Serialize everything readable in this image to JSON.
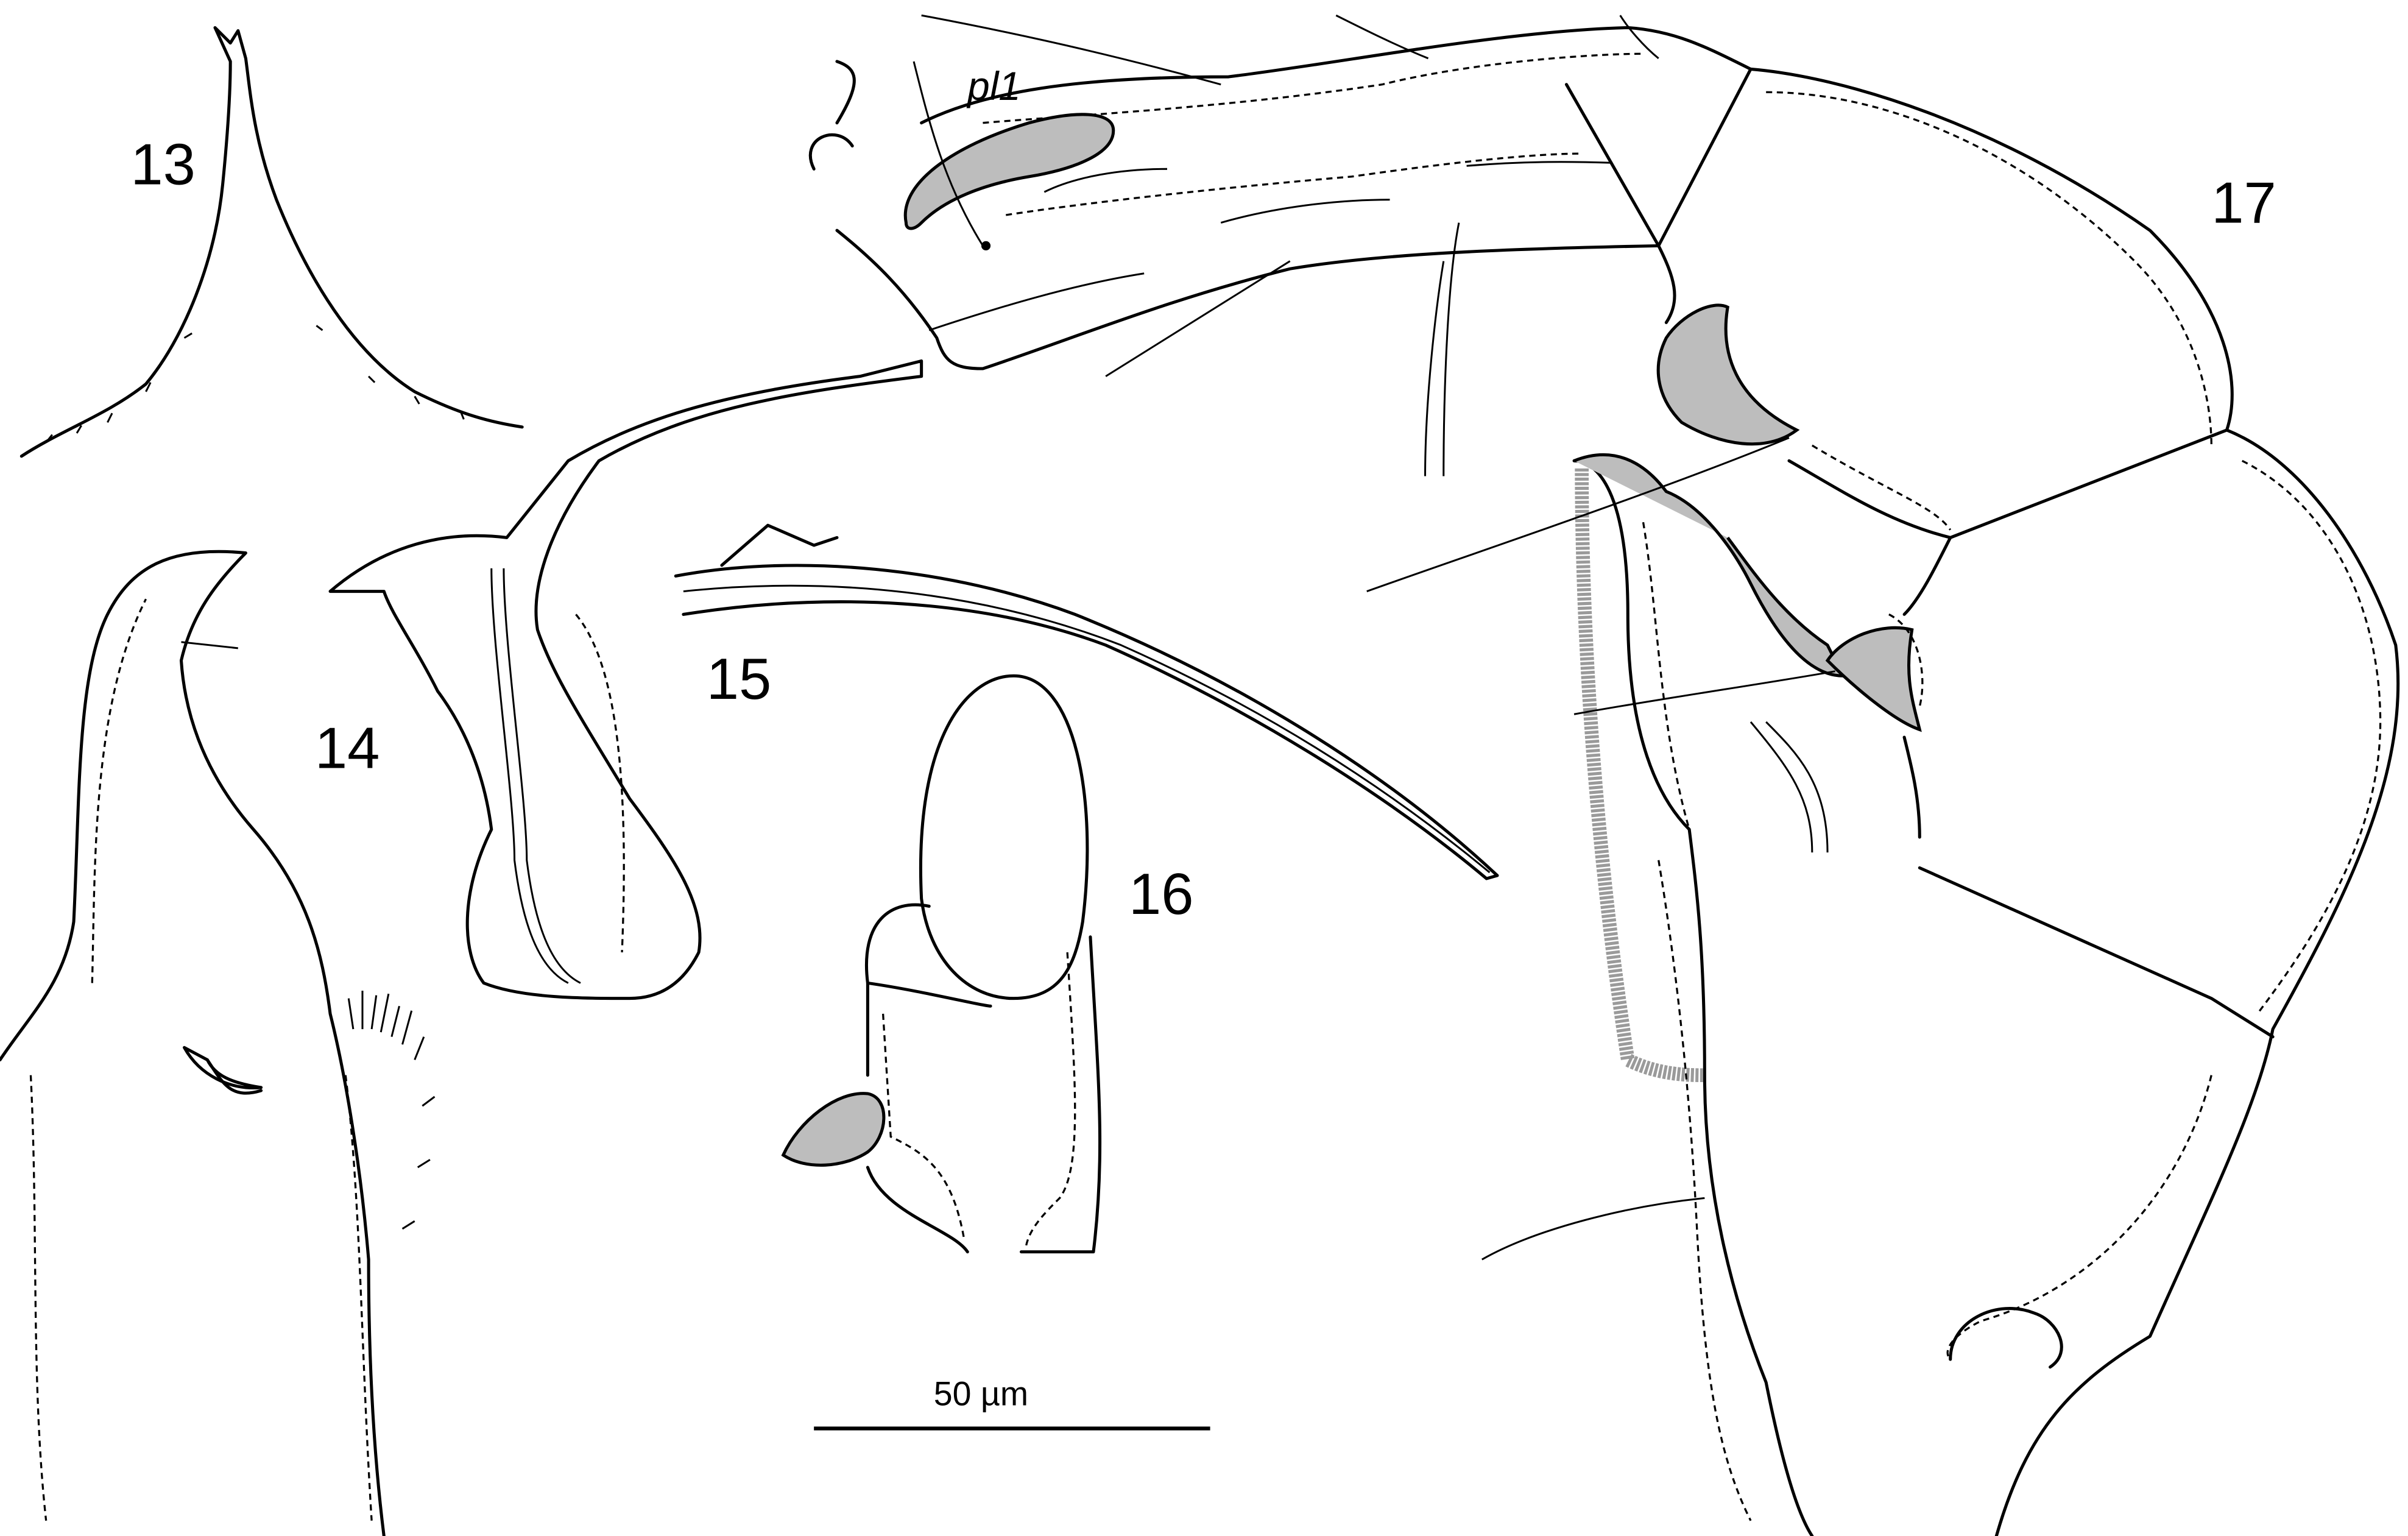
{
  "figure_labels": {
    "fig13": "13",
    "fig14": "14",
    "fig15": "15",
    "fig16": "16",
    "fig17": "17"
  },
  "annotations": {
    "pl1": "pl1"
  },
  "scale_bar": {
    "label": "50 µm"
  }
}
